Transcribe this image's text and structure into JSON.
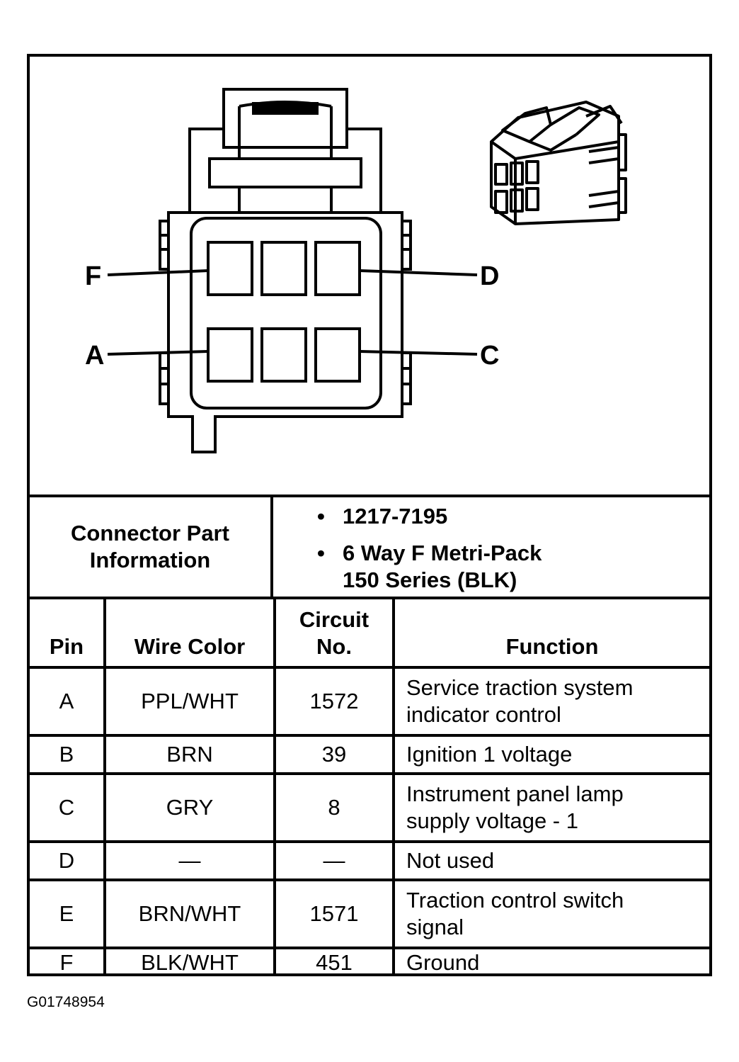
{
  "diagram": {
    "pin_callouts": [
      "F",
      "D",
      "A",
      "C"
    ]
  },
  "connector_part_information": {
    "label_line1": "Connector Part",
    "label_line2": "Information",
    "items": [
      {
        "line1": "1217-7195",
        "line2": ""
      },
      {
        "line1": "6 Way F Metri-Pack",
        "line2": "150 Series (BLK)"
      }
    ]
  },
  "pin_table": {
    "headers": {
      "pin": "Pin",
      "wire_color": "Wire Color",
      "circuit_line1": "Circuit",
      "circuit_line2": "No.",
      "function": "Function"
    },
    "rows": [
      {
        "pin": "A",
        "wire_color": "PPL/WHT",
        "circuit": "1572",
        "function_line1": "Service traction system",
        "function_line2": "indicator control"
      },
      {
        "pin": "B",
        "wire_color": "BRN",
        "circuit": "39",
        "function_line1": "Ignition 1 voltage",
        "function_line2": ""
      },
      {
        "pin": "C",
        "wire_color": "GRY",
        "circuit": "8",
        "function_line1": "Instrument panel lamp",
        "function_line2": "supply voltage - 1"
      },
      {
        "pin": "D",
        "wire_color": "—",
        "circuit": "—",
        "function_line1": "Not used",
        "function_line2": ""
      },
      {
        "pin": "E",
        "wire_color": "BRN/WHT",
        "circuit": "1571",
        "function_line1": "Traction control switch",
        "function_line2": "signal"
      },
      {
        "pin": "F",
        "wire_color": "BLK/WHT",
        "circuit": "451",
        "function_line1": "Ground",
        "function_line2": ""
      }
    ]
  },
  "figure_code": "G01748954"
}
